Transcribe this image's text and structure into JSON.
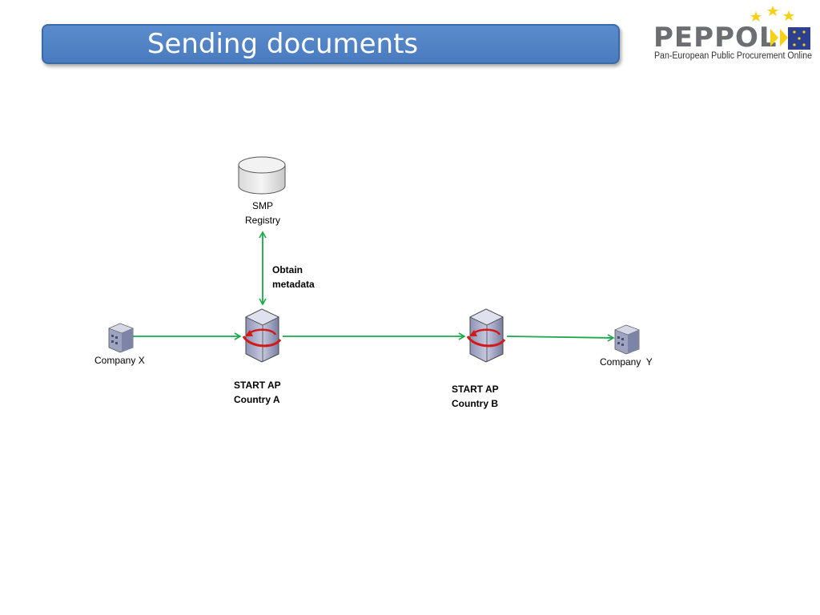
{
  "slide": {
    "title": "Sending documents"
  },
  "logo": {
    "wordmark": "PEPPOL",
    "tagline": "Pan-European Public Procurement Online",
    "colors": {
      "blue": "#2d3f8f",
      "yellow": "#f7d117",
      "grey": "#6d6e71"
    }
  },
  "diagram": {
    "smp": {
      "line1": "SMP",
      "line2": "Registry"
    },
    "obtain": {
      "line1": "Obtain",
      "line2": "metadata"
    },
    "company_x": "Company X",
    "company_y": "Company  Y",
    "ap_a": {
      "line1": "START AP",
      "line2": "Country A"
    },
    "ap_b": {
      "line1": "START AP",
      "line2": "Country B"
    },
    "arrow_color": "#1aa84a"
  }
}
